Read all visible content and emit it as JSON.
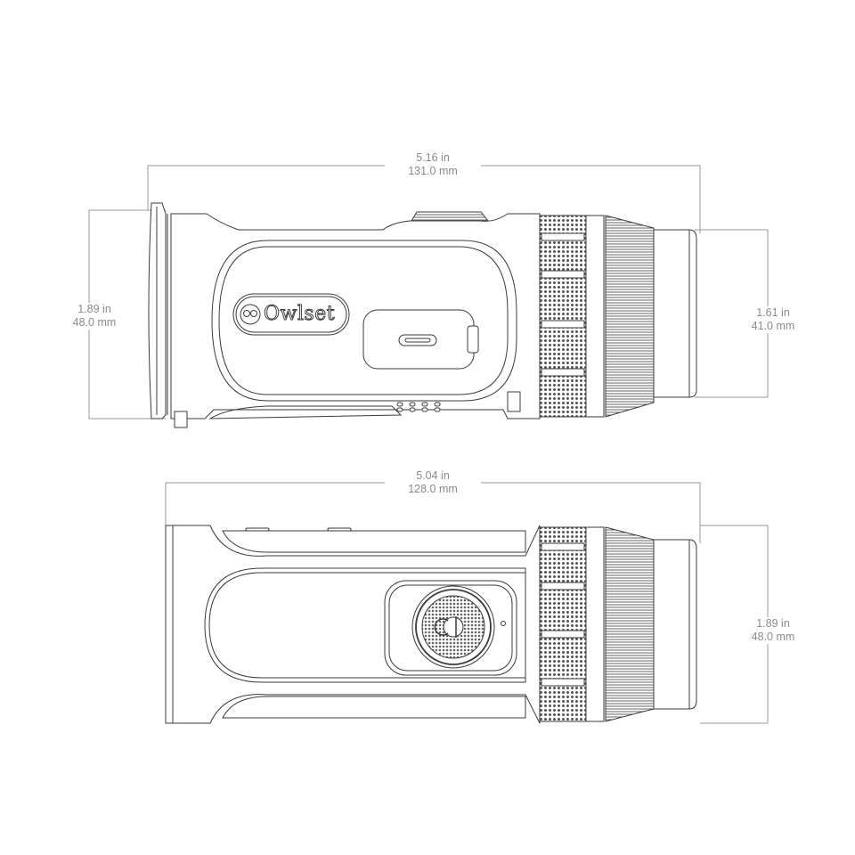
{
  "diagram": {
    "subject": "Owlset thermal monocular",
    "brand_label": "Owlset",
    "line_color": "#3a3a3a",
    "dim_color": "#8a8a8a"
  },
  "views": [
    {
      "name": "side-view",
      "dimensions": {
        "overall_length": {
          "imperial": "5.16 in",
          "metric": "131.0 mm"
        },
        "body_height": {
          "imperial": "1.89 in",
          "metric": "48.0 mm"
        },
        "eyepiece_height": {
          "imperial": "1.61 in",
          "metric": "41.0 mm"
        }
      }
    },
    {
      "name": "top-view",
      "dimensions": {
        "body_length": {
          "imperial": "5.04 in",
          "metric": "128.0 mm"
        },
        "body_width": {
          "imperial": "1.89 in",
          "metric": "48.0 mm"
        }
      }
    }
  ]
}
